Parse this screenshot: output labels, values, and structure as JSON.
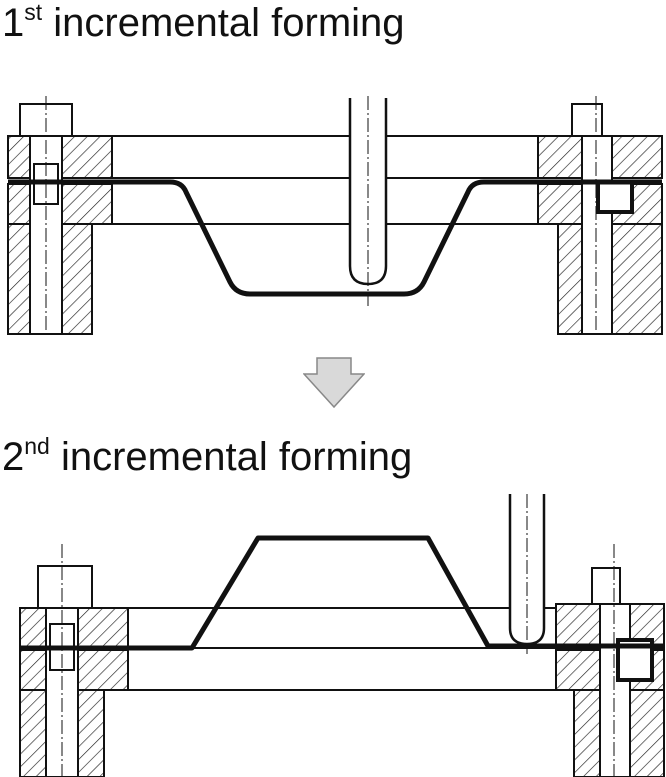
{
  "stage1": {
    "number": "1",
    "suffix": "st",
    "label": "incremental forming"
  },
  "stage2": {
    "number": "2",
    "suffix": "nd",
    "label": "incremental forming"
  },
  "colors": {
    "line": "#111111",
    "arrow_fill": "#d9d9d9",
    "arrow_stroke": "#888888"
  }
}
